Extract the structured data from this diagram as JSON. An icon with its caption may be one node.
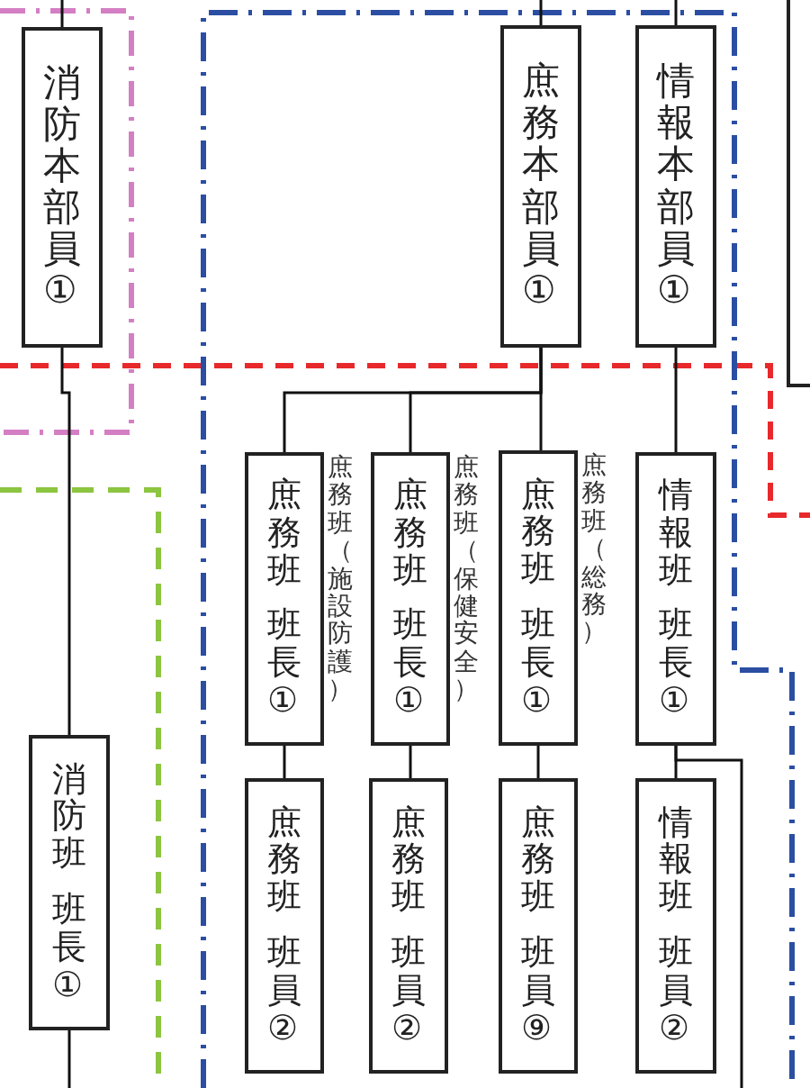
{
  "diagram": {
    "nodes": [
      {
        "text": [
          "消防本部員①"
        ]
      },
      {
        "text": [
          "庶務本部員①"
        ]
      },
      {
        "text": [
          "情報本部員①"
        ]
      },
      {
        "text": [
          "消防班",
          "班長①"
        ]
      },
      {
        "text": [
          "庶務班",
          "班長①"
        ],
        "beside": [
          "庶務班（施設防護）"
        ]
      },
      {
        "text": [
          "庶務班",
          "班長①"
        ],
        "beside": [
          "庶務班（保健安全）"
        ]
      },
      {
        "text": [
          "庶務班",
          "班長①"
        ],
        "beside": [
          "庶務班（総務）"
        ]
      },
      {
        "text": [
          "情報班",
          "班長①"
        ]
      },
      {
        "text": [
          "庶務班",
          "班員②"
        ]
      },
      {
        "text": [
          "庶務班",
          "班員②"
        ]
      },
      {
        "text": [
          "庶務班",
          "班員⑨"
        ]
      },
      {
        "text": [
          "情報班",
          "班員②"
        ]
      },
      {
        "text": [],
        "shape": "box"
      }
    ],
    "edges": [
      {
        "from": null,
        "to": 0,
        "arrow": "none"
      },
      {
        "from": null,
        "to": 1,
        "arrow": "none"
      },
      {
        "from": null,
        "to": 2,
        "arrow": "none"
      },
      {
        "from": 0,
        "to": 3,
        "arrow": "none"
      },
      {
        "from": 3,
        "to": null,
        "arrow": "none"
      },
      {
        "from": 1,
        "to": 4,
        "arrow": "none"
      },
      {
        "from": 1,
        "to": 5,
        "arrow": "none"
      },
      {
        "from": 1,
        "to": 6,
        "arrow": "none"
      },
      {
        "from": 2,
        "to": 7,
        "arrow": "none"
      },
      {
        "from": 4,
        "to": 8,
        "arrow": "none"
      },
      {
        "from": 5,
        "to": 9,
        "arrow": "none"
      },
      {
        "from": 6,
        "to": 10,
        "arrow": "none"
      },
      {
        "from": 7,
        "to": 11,
        "arrow": "none"
      },
      {
        "from": 7,
        "to": null,
        "arrow": "none"
      }
    ]
  }
}
